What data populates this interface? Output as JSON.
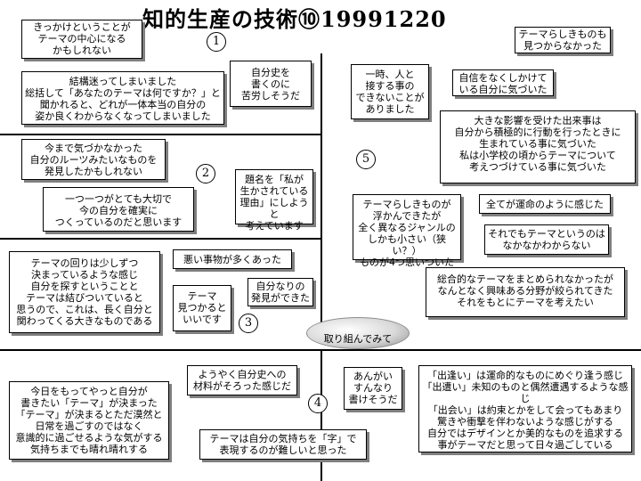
{
  "title": "知的生産の技術⑩19991220",
  "numbers": [
    "1",
    "2",
    "3",
    "4",
    "5"
  ],
  "center_label": "取り組んでみて",
  "section1": {
    "box_kikkake": "きっかけということが\nテーマの中心になる\nかもしれない",
    "box_kekkou": "結構迷ってしまいました\n総括して「あなたのテーマは何ですか？」と\n聞かれると、どれが一体本当の自分の\n姿か良くわからなくなってしまいました",
    "box_jibunshi": "自分史を\n書くのに\n苦労しそうだ"
  },
  "section2": {
    "box_roots": "今まで気づかなかった\n自分のルーツみたいなものを\n発見したかもしれない",
    "box_hitotsu": "一つ一つがとても大切で\n今の自分を確実に\nつくっているのだと思います",
    "box_daimei": "題名を「私が\n生かされている\n理由」にしようと\n考えています"
  },
  "section3": {
    "box_kaiten": "テーマの回りは少しずつ\n決まっているような感じ\n自分を探すということと\nテーマは結びついていると\n思うので、これは、長く自分と\n関わってくる大きなものである",
    "box_warui": "悪い事物が多くあった",
    "box_theme_mitsukaru": "テーマ\n見つかると\nいいです",
    "box_jibunnari": "自分なりの\n発見ができた"
  },
  "section4": {
    "box_kyou": "今日をもってやっと自分が\n書きたい「テーマ」が決まった\n「テーマ」が決まるとただ漠然と\n日常を過ごすのではなく\n意識的に過ごせるような気がする\n気持ちまでも晴れ晴れする",
    "box_youyaku": "ようやく自分史への\n材料がそろった感じだ",
    "box_anngai": "あんがい\nすんなり\n書けそうだ",
    "box_kimochi": "テーマは自分の気持ちを「字」で\n表現するのが難しいと思った",
    "box_deai": "「出逢い」は運命的なものにめぐり逢う感じ\n「出遭い」未知のものと偶然遭遇するような感じ\n「出会い」は約束とかをして会ってもあまり\n驚きや衝撃を伴わないような感じがする\n自分ではデザインとか美的なものを追求する\n事がテーマだと思って日々過ごしている"
  },
  "section5": {
    "box_mitsukaranakatta": "テーマらしきものも\n見つからなかった",
    "box_ichiji": "一時、人と\n接する事の\nできないことが\nありました",
    "box_jishin": "自信をなくしかけて\nいる自分に気づいた",
    "box_ookina": "大きな影響を受けた出来事は\n自分から積極的に行動を行ったときに\n生まれている事に気づいた\n私は小学校の頃からテーマについて\n考えつづけている事に気づいた",
    "box_ukande": "テーマらしきものが\n浮かんできたが\n全く異なるジャンルの\nしかも小さい（狭い？）\nものが4つ思いついた",
    "box_subete": "全てが運命のように感じた",
    "box_soredemo": "それでもテーマというのは\nなかなかわからない",
    "box_sougouteki": "総合的なテーマをまとめられなかったが\nなんとなく興味ある分野が絞られてきた\nそれをもとにテーマを考えたい"
  }
}
